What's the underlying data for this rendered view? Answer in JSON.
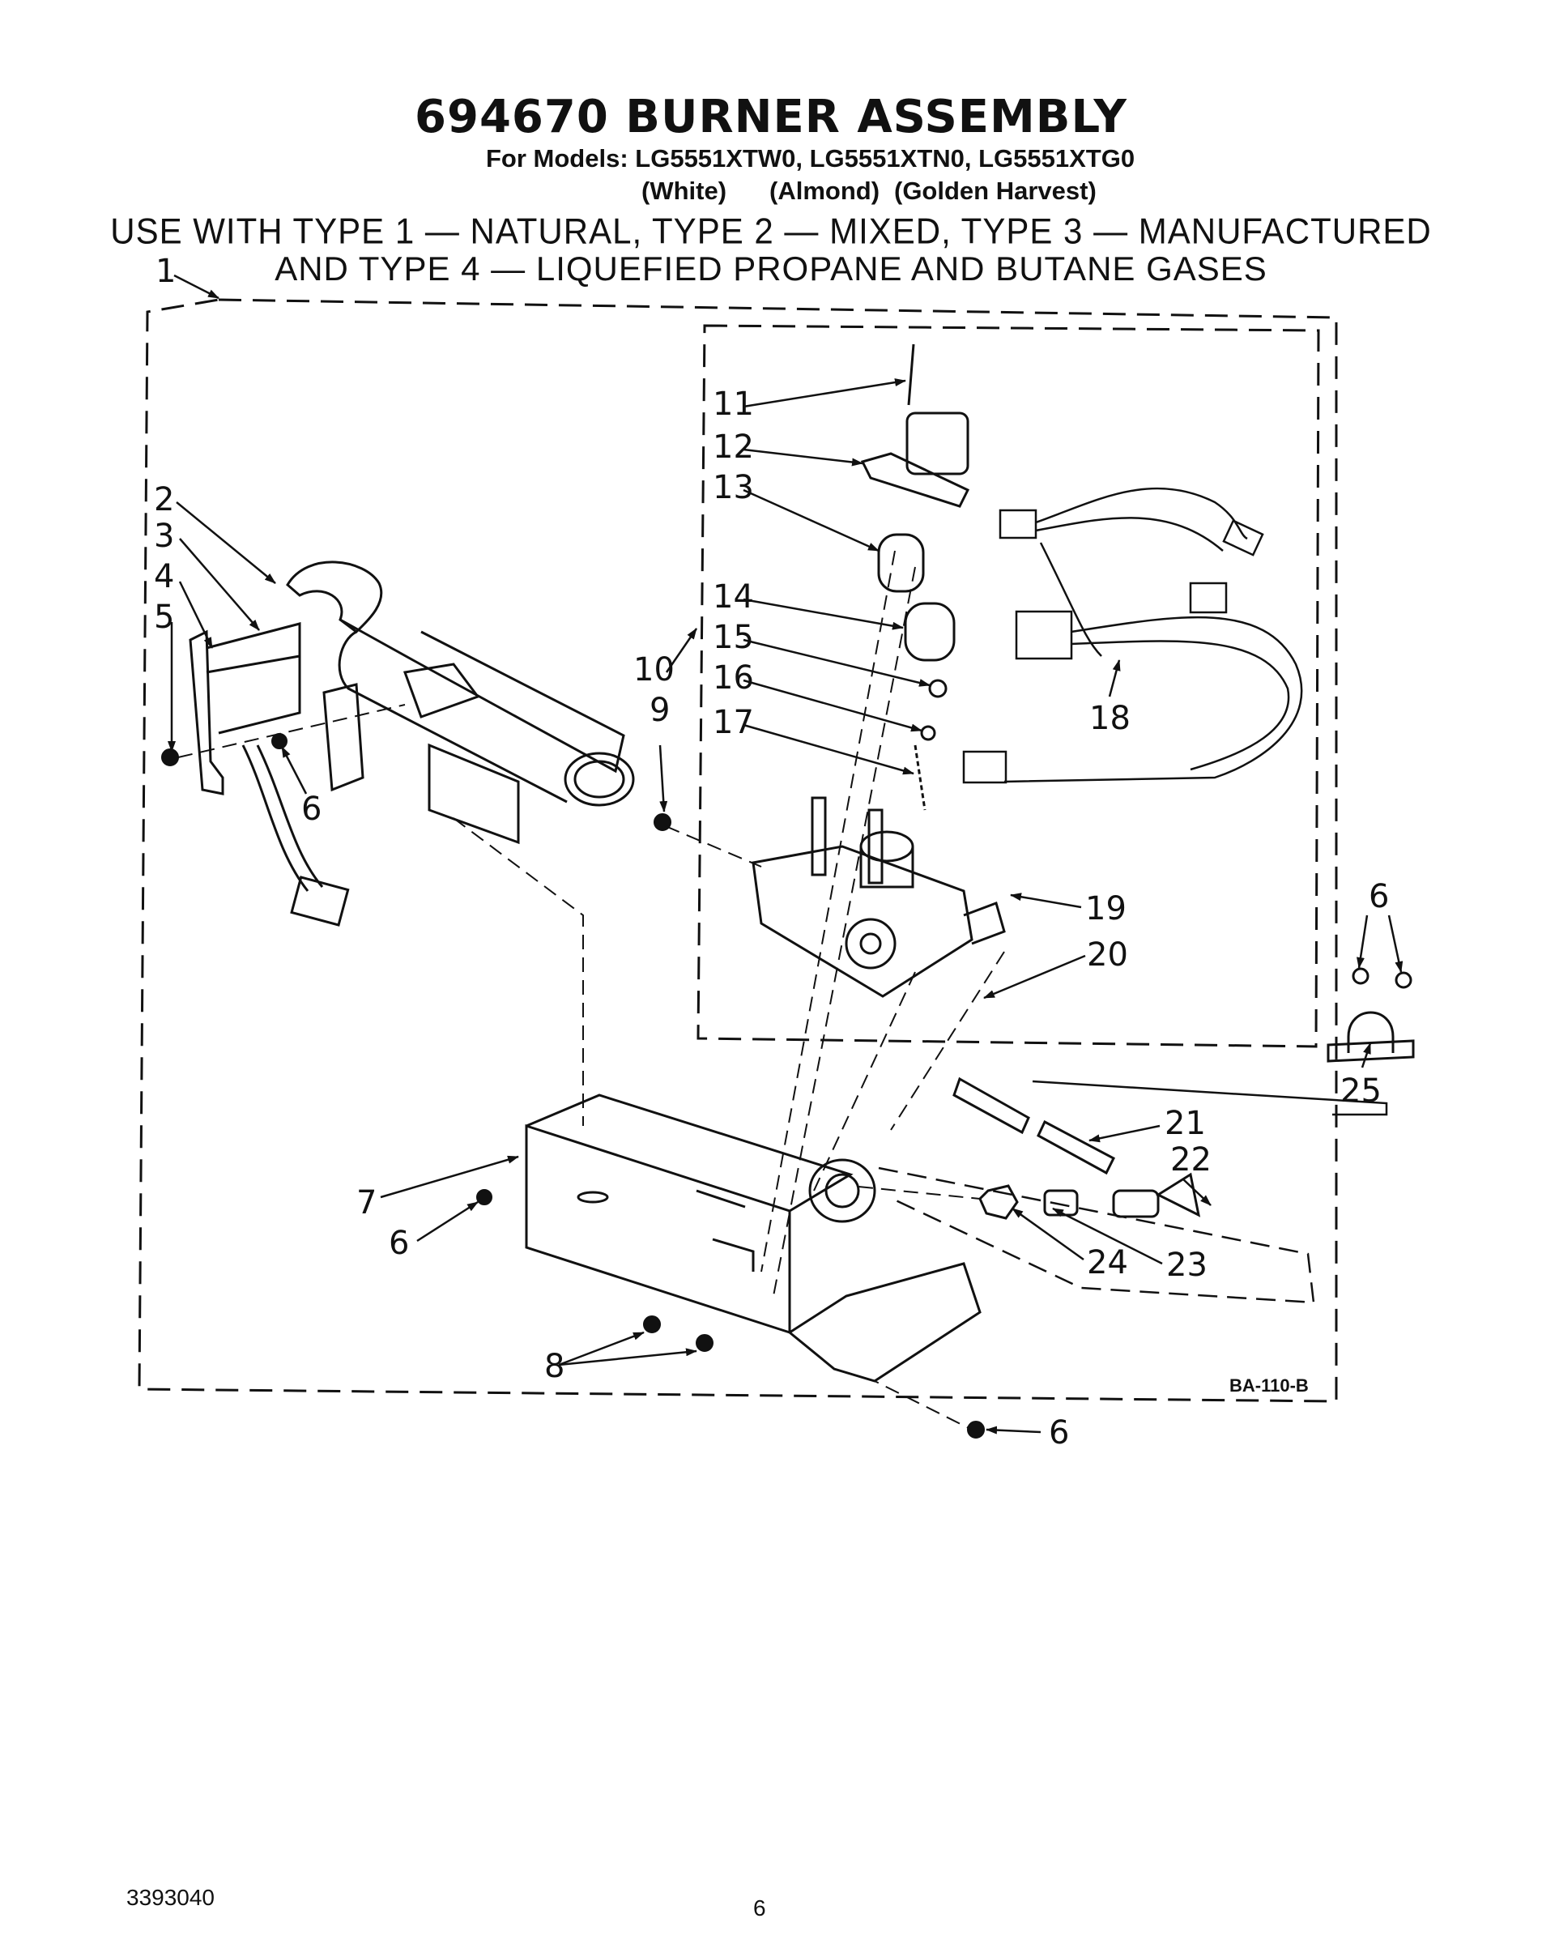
{
  "title": "694670 BURNER ASSEMBLY",
  "models_line": "For Models: LG5551XTW0, LG5551XTN0, LG5551XTG0",
  "color_labels": [
    "(White)",
    "(Almond)",
    "(Golden Harvest)"
  ],
  "usage_line_1": "USE WITH TYPE 1 — NATURAL, TYPE 2 — MIXED, TYPE 3 — MANUFACTURED",
  "usage_line_2": "AND TYPE 4 — LIQUEFIED PROPANE AND BUTANE GASES",
  "callouts": {
    "c1": "1",
    "c2": "2",
    "c3": "3",
    "c4": "4",
    "c5": "5",
    "c6a": "6",
    "c6b": "6",
    "c6c": "6",
    "c6d": "6",
    "c7": "7",
    "c8": "8",
    "c9": "9",
    "c10": "10",
    "c11": "11",
    "c12": "12",
    "c13": "13",
    "c14": "14",
    "c15": "15",
    "c16": "16",
    "c17": "17",
    "c18": "18",
    "c19": "19",
    "c20": "20",
    "c21": "21",
    "c22": "22",
    "c23": "23",
    "c24": "24",
    "c25": "25"
  },
  "drawing_code": "BA-110-B",
  "footer": {
    "part_number": "3393040",
    "page_number": "6"
  }
}
